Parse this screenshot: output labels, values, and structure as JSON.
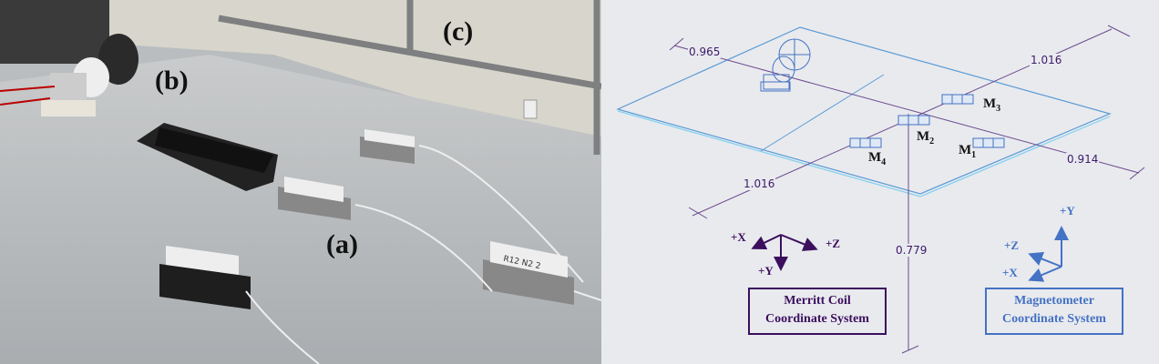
{
  "photo": {
    "labels": {
      "a": "(a)",
      "b": "(b)",
      "c": "(c)"
    },
    "sensor_label": "R12 N2 2"
  },
  "diagram": {
    "dimensions": {
      "top_left": "0.965",
      "top_right": "1.016",
      "bottom_left": "1.016",
      "right": "0.914",
      "vertical": "0.779"
    },
    "sensors": [
      {
        "id": "M",
        "sub": "1"
      },
      {
        "id": "M",
        "sub": "2"
      },
      {
        "id": "M",
        "sub": "3"
      },
      {
        "id": "M",
        "sub": "4"
      }
    ],
    "merritt": {
      "x": "+X",
      "y": "+Y",
      "z": "+Z",
      "title_line1": "Merritt Coil",
      "title_line2": "Coordinate System",
      "color": "#3b0f5e"
    },
    "magnetometer": {
      "x": "+X",
      "y": "+Y",
      "z": "+Z",
      "title_line1": "Magnetometer",
      "title_line2": "Coordinate System",
      "color": "#4472c4"
    }
  }
}
